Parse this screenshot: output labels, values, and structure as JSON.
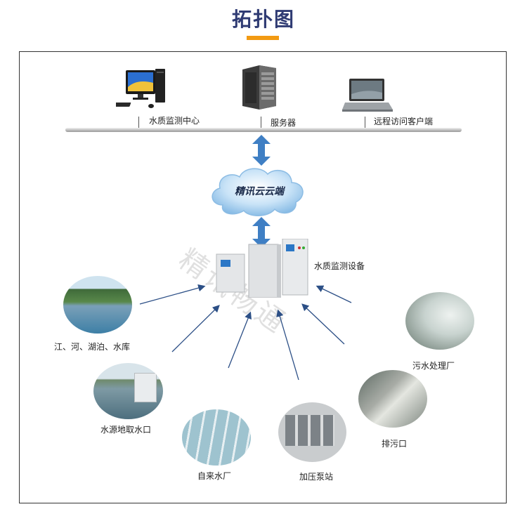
{
  "title": "拓扑图",
  "top": {
    "monitor_center": "水质监测中心",
    "server": "服务器",
    "remote_client": "远程访问客户端"
  },
  "cloud": {
    "label": "精讯云云端"
  },
  "equipment": {
    "label": "水质监测设备"
  },
  "watermark": "精讯畅通",
  "sources": {
    "rivers": "江、河、湖泊、水库",
    "intake": "水源地取水口",
    "waterworks": "自来水厂",
    "booster": "加压泵站",
    "outfall": "排污口",
    "sewage_plant": "污水处理厂"
  },
  "colors": {
    "title": "#2f3b73",
    "accent": "#f29a12",
    "arrow": "#2c4f86",
    "bus_arrow": "#3f7fc4"
  }
}
